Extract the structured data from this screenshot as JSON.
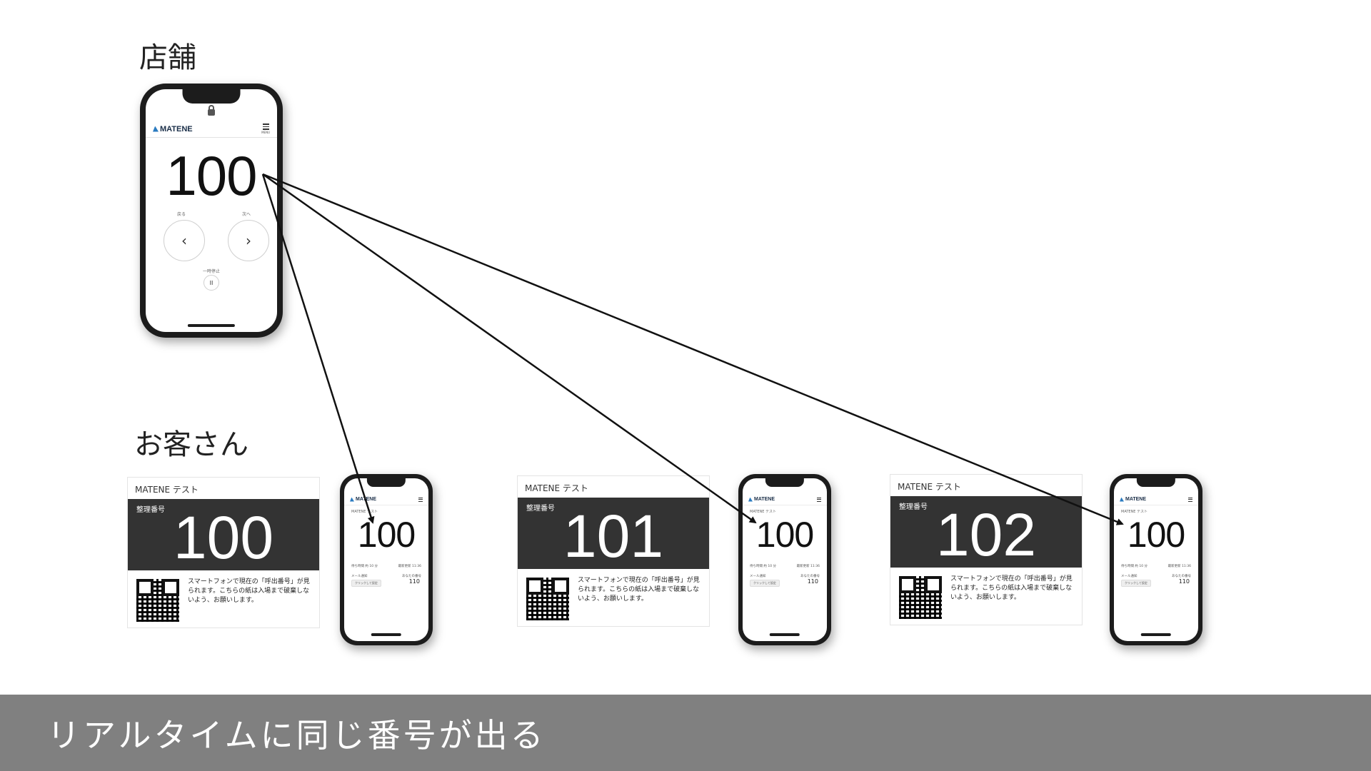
{
  "labels": {
    "store": "店舗",
    "customer": "お客さん"
  },
  "store_phone": {
    "brand": "MATENE",
    "menu_text": "MENU",
    "number": "100",
    "back_label": "戻る",
    "next_label": "次へ",
    "back_glyph": "‹",
    "next_glyph": "›",
    "pause_label": "一時停止",
    "pause_glyph": "II",
    "icons": [
      "lock-icon",
      "menu-icon",
      "chevron-left-icon",
      "chevron-right-icon",
      "pause-icon"
    ]
  },
  "customers": [
    {
      "ticket_title": "MATENE テスト",
      "band_label": "整理番号",
      "ticket_number": "100",
      "ticket_text": "スマートフォンで現在の「呼出番号」が見られます。こちらの紙は入場まで破棄しないよう、お願いします。",
      "phone": {
        "brand": "MATENE",
        "sub": "MATENE テスト",
        "number": "100",
        "row1_left": "待ち時間 約 10 分",
        "row1_right": "最新更新 11:36",
        "row2_left": "メール通知",
        "row2_right": "あなたの番号",
        "pill": "クリックして設定",
        "value": "110"
      }
    },
    {
      "ticket_title": "MATENE テスト",
      "band_label": "整理番号",
      "ticket_number": "101",
      "ticket_text": "スマートフォンで現在の「呼出番号」が見られます。こちらの紙は入場まで破棄しないよう、お願いします。",
      "phone": {
        "brand": "MATENE",
        "sub": "MATENE テスト",
        "number": "100",
        "row1_left": "待ち時間 約 10 分",
        "row1_right": "最新更新 11:36",
        "row2_left": "メール通知",
        "row2_right": "あなたの番号",
        "pill": "クリックして設定",
        "value": "110"
      }
    },
    {
      "ticket_title": "MATENE テスト",
      "band_label": "整理番号",
      "ticket_number": "102",
      "ticket_text": "スマートフォンで現在の「呼出番号」が見られます。こちらの紙は入場まで破棄しないよう、お願いします。",
      "phone": {
        "brand": "MATENE",
        "sub": "MATENE テスト",
        "number": "100",
        "row1_left": "待ち時間 約 10 分",
        "row1_right": "最新更新 11:36",
        "row2_left": "メール通知",
        "row2_right": "あなたの番号",
        "pill": "クリックして設定",
        "value": "110"
      }
    }
  ],
  "caption": "リアルタイムに同じ番号が出る",
  "colors": {
    "caption_bg": "#808080",
    "ticket_band": "#333333",
    "brand_blue": "#2a7bc0"
  }
}
